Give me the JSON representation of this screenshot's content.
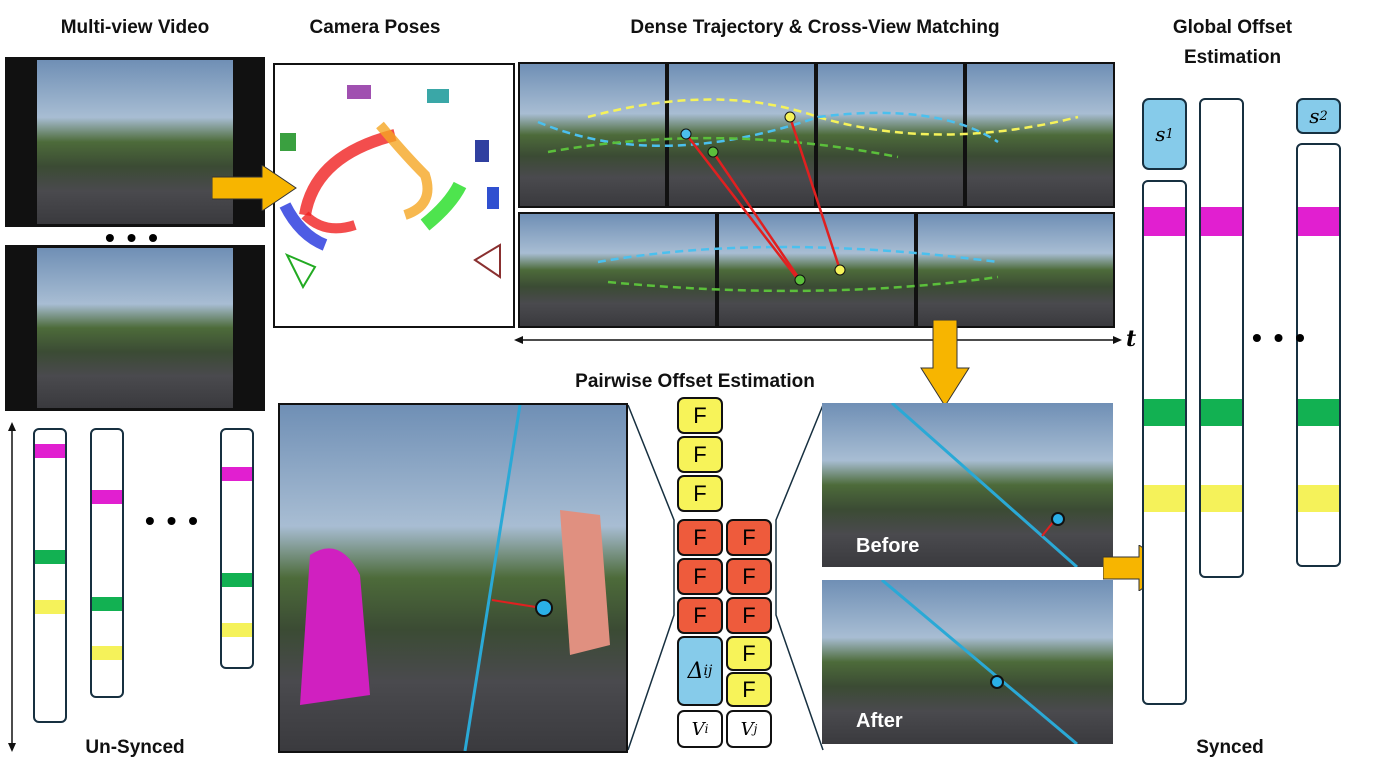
{
  "titles": {
    "multiview": "Multi-view Video",
    "camera": "Camera Poses",
    "dense": "Dense Trajectory & Cross-View Matching",
    "global_1": "Global Offset",
    "global_2": "Estimation",
    "pairwise": "Pairwise Offset Estimation",
    "unsynced": "Un-Synced",
    "synced": "Synced",
    "time_axis": "t"
  },
  "ellipsis": "• • •",
  "tokens": {
    "f": "F",
    "delta": "Δ",
    "delta_sup": "ij",
    "v": "V",
    "vi_sup": "i",
    "vj_sup": "j"
  },
  "global": {
    "s": "s",
    "s1_sup": "1",
    "s2_sup": "2"
  },
  "panels": {
    "before": "Before",
    "after": "After"
  },
  "colors": {
    "magenta": "#e11fd0",
    "green": "#12b152",
    "yellow": "#f5f25a",
    "red_token": "#ee5b3c",
    "blue_token": "#86cbea",
    "arrow_orange": "#f7b500",
    "epipolar_line": "#2aa9d6"
  }
}
